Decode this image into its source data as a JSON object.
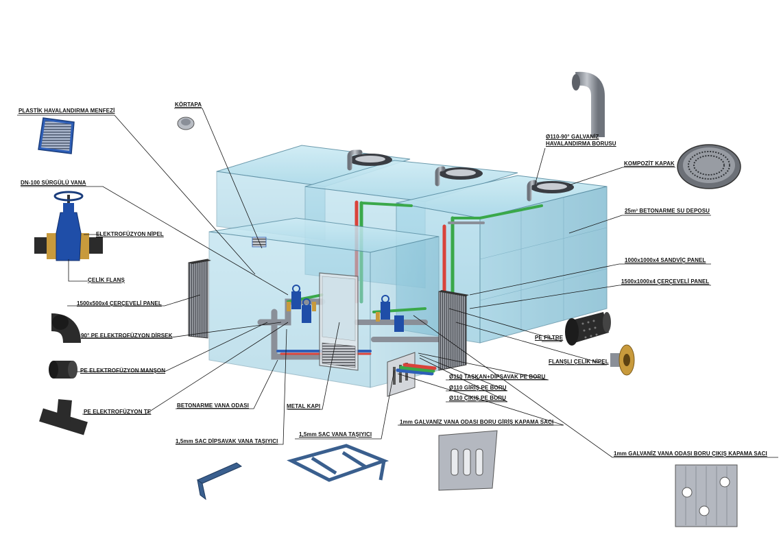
{
  "labels": {
    "plastik_menfez": "PLASTİK HAVALANDIRMA MENFEZİ",
    "kortapa": "KÖRTAPA",
    "galvaniz_boru_line1": "Ø110-90° GALVANİZ",
    "galvaniz_boru_line2": "HAVALANDIRMA BORUSU",
    "kompozit_kapak": "KOMPOZİT KAPAK",
    "depo": "25m³ BETONARME SU DEPOSU",
    "sandvic_panel": "1000x1000x4 SANDVİÇ PANEL",
    "cerceveli_panel_1500x1000": "1500x1000x4 ÇERÇEVELİ PANEL",
    "pe_filtre": "PE FİLTRE",
    "flansli_nipel": "FLANŞLI ÇELİK NİPEL",
    "taskan_boru": "Ø110 TAŞKAN+DİPSAVAK PE BORU",
    "giris_boru": "Ø110 GİRİŞ PE BORU",
    "cikis_boru": "Ø110 ÇIKIŞ PE BORU",
    "giris_kapama": "1mm GALVANİZ VANA ODASI BORU GİRİŞ KAPAMA SACI",
    "cikis_kapama": "1mm GALVANİZ VANA ODASI BORU ÇIKIŞ KAPAMA SACI",
    "sac_vana_tasiyici": "1,5mm SAC VANA TAŞIYICI",
    "metal_kapi": "METAL KAPI",
    "dipsavak_tasiyici": "1,5mm SAC DİPSAVAK VANA TAŞIYICI",
    "betonarme_vana_odasi": "BETONARME VANA ODASI",
    "pe_te": "PE ELEKTROFÜZYON TE",
    "pe_manson": "PE ELEKTROFÜZYON MANŞON",
    "pe_dirsek": "90° PE ELEKTROFÜZYON DİRSEK",
    "cerceveli_panel_1500x500": "1500x500x4 ÇERÇEVELİ PANEL",
    "celik_flans": "ÇELİK FLANŞ",
    "elektrofuzyon_nipel": "ELEKTROFÜZYON NİPEL",
    "surgulu_vana": "DN-100 SÜRGÜLÜ VANA"
  },
  "colors": {
    "tank_fill": "#9fd3e6",
    "tank_edge": "#5a8ea3",
    "pipe_green": "#3aa84a",
    "pipe_red": "#d9433b",
    "pipe_blue": "#2e5fb8",
    "valve_blue": "#1f4ea8",
    "flange_gold": "#c89a3c",
    "pe_black": "#2b2b2b",
    "steel_grey": "#8a8f98",
    "leader": "#111111"
  }
}
